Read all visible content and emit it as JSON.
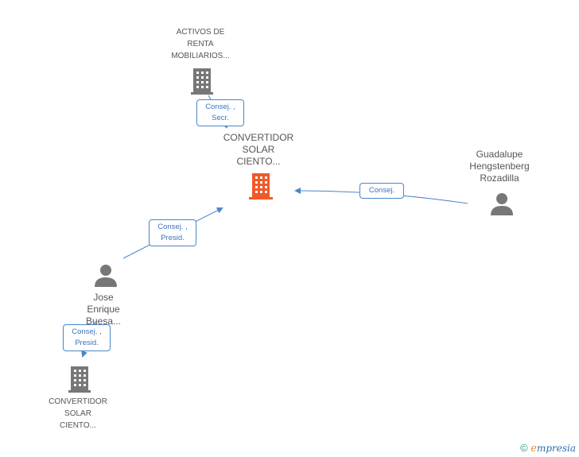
{
  "nodes": {
    "activos": {
      "label": "ACTIVOS DE\nRENTA\nMOBILIARIOS..."
    },
    "center": {
      "label": "CONVERTIDOR\nSOLAR\nCIENTO..."
    },
    "guadalupe": {
      "label": "Guadalupe\nHengstenberg\nRozadilla"
    },
    "jose": {
      "label": "Jose\nEnrique\nBuesa..."
    },
    "bottom": {
      "label": "CONVERTIDOR\nSOLAR\nCIENTO..."
    }
  },
  "edges": {
    "e1": "Consej. ,\nSecr.",
    "e2": "Consej.",
    "e3": "Consej. ,\nPresid.",
    "e4": "Consej. ,\nPresid."
  },
  "footer": {
    "copyright": "©",
    "brand_e": "e",
    "brand_rest": "mpresia"
  },
  "colors": {
    "company": "#777777",
    "center_company": "#f05a28",
    "person": "#777777",
    "edge": "#4a86c8"
  }
}
